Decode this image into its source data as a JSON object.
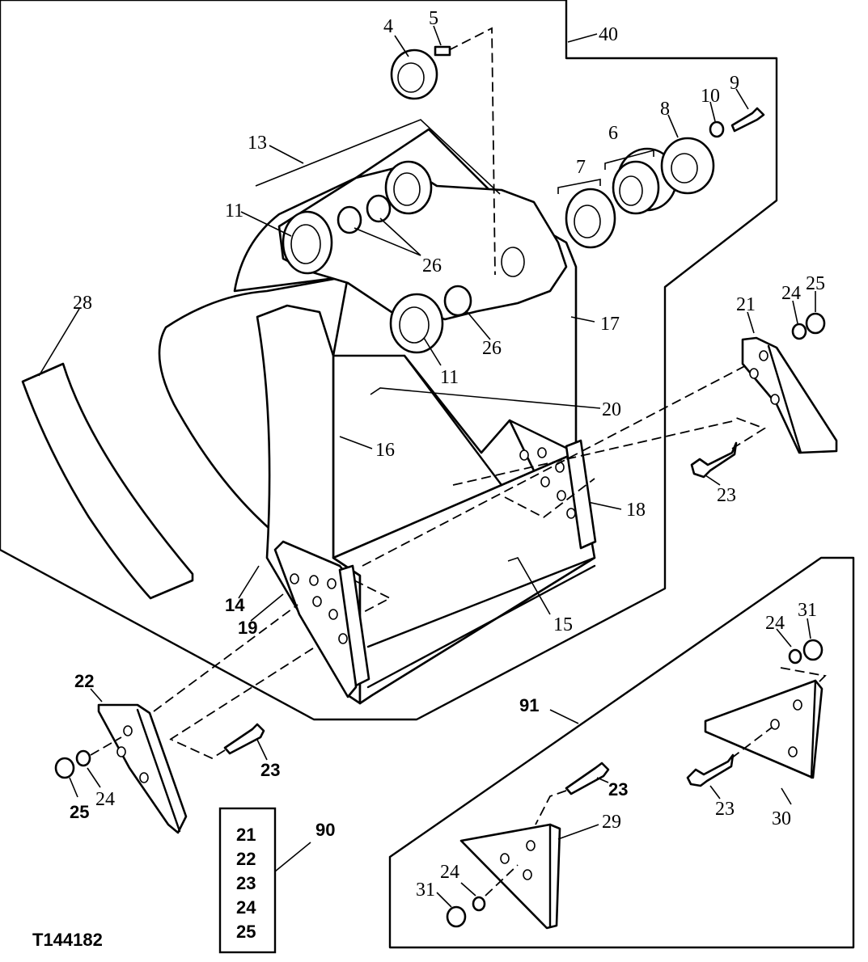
{
  "figure_id": "T144182",
  "callouts": {
    "c4": "4",
    "c5": "5",
    "c40": "40",
    "c9": "9",
    "c10": "10",
    "c8": "8",
    "c6": "6",
    "c7": "7",
    "c13": "13",
    "c11a": "11",
    "c26a": "26",
    "c28": "28",
    "c11b": "11",
    "c26b": "26",
    "c17": "17",
    "c24a": "24",
    "c25a": "25",
    "c21": "21",
    "c20": "20",
    "c16": "16",
    "c23a": "23",
    "c18": "18",
    "c15": "15",
    "c14": "14",
    "c19": "19",
    "c22": "22",
    "c24b": "24",
    "c25b": "25",
    "c23b": "23",
    "c90": "90",
    "c91": "91",
    "c24c": "24",
    "c31a": "31",
    "c23c": "23",
    "c23d": "23",
    "c30": "30",
    "c29": "29",
    "c24d": "24",
    "c31b": "31"
  },
  "kit_90": {
    "items": [
      "21",
      "22",
      "23",
      "24",
      "25"
    ]
  }
}
